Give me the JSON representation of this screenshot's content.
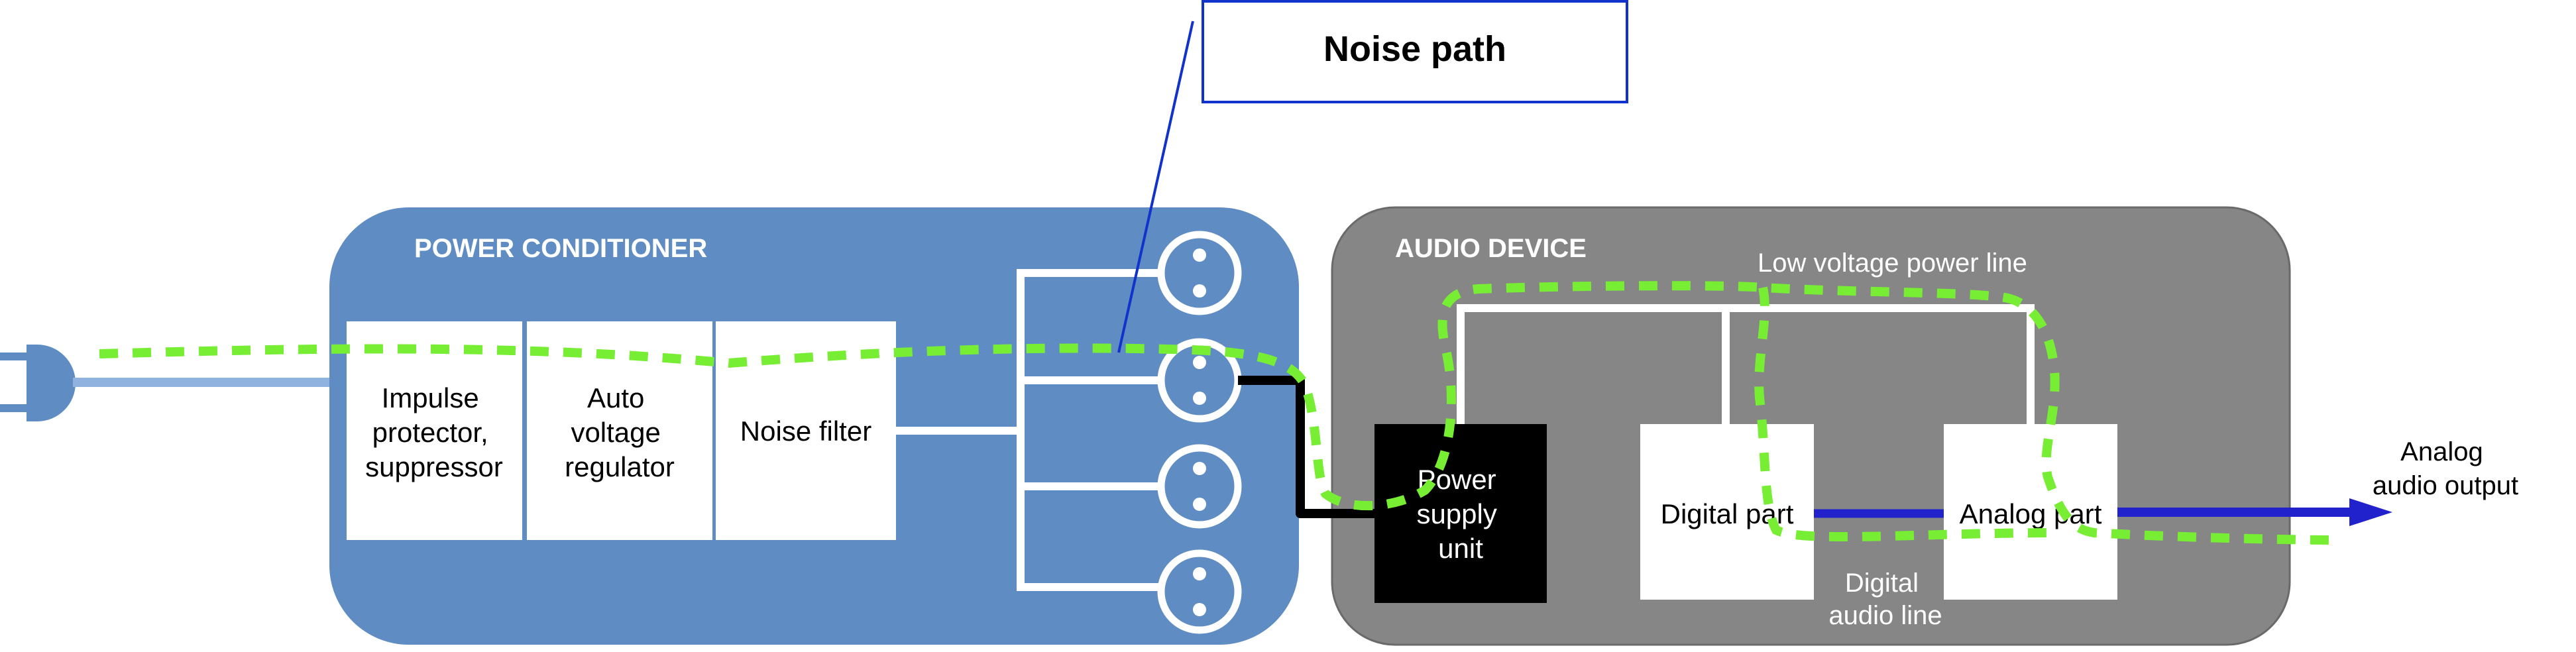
{
  "title_box": {
    "text": "Noise path"
  },
  "power_conditioner": {
    "label": "POWER CONDITIONER",
    "blocks": [
      {
        "lines": [
          "Impulse",
          "protector,",
          "suppressor"
        ]
      },
      {
        "lines": [
          "Auto",
          "voltage",
          "regulator"
        ]
      },
      {
        "lines": [
          "Noise filter"
        ]
      }
    ],
    "outlet_count": 4
  },
  "audio_device": {
    "label": "AUDIO DEVICE",
    "low_voltage_label": "Low voltage power line",
    "psu": {
      "lines": [
        "Power",
        "supply",
        "unit"
      ]
    },
    "digital_part": {
      "label": "Digital part"
    },
    "analog_part": {
      "label": "Analog part"
    },
    "digital_line": {
      "lines": [
        "Digital",
        "audio line"
      ]
    }
  },
  "output": {
    "lines": [
      "Analog",
      "audio output"
    ]
  },
  "colors": {
    "conditioner_bg": "#5f8dc3",
    "device_bg": "#868686",
    "noise_path": "#77ee33",
    "signal_line": "#2222cc",
    "callout_line": "#1133cc",
    "plug": "#5f8dc3",
    "cord": "#8fb2de"
  }
}
